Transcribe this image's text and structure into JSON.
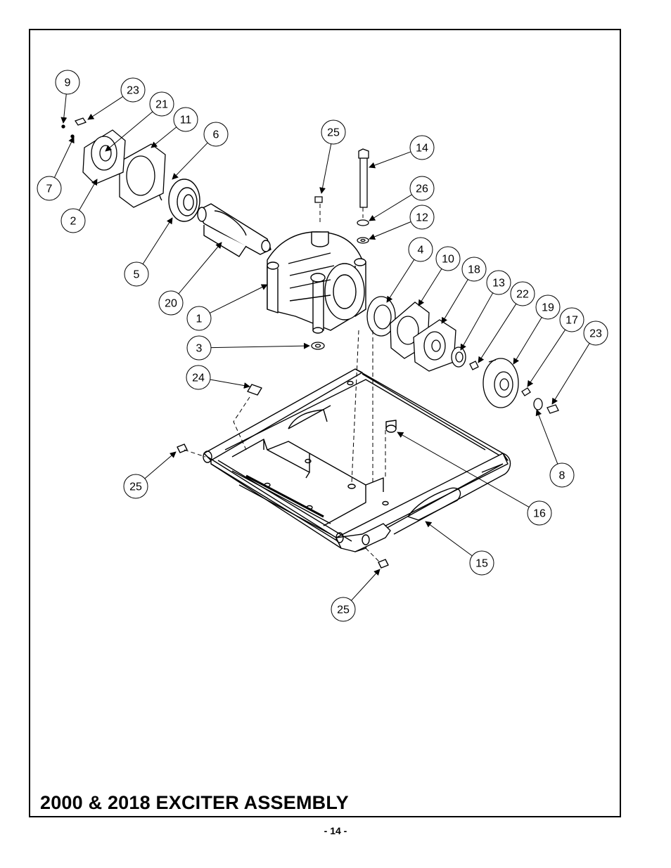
{
  "title": "2000 & 2018 EXCITER ASSEMBLY",
  "page_number": "- 14 -",
  "callouts": [
    {
      "label": "9"
    },
    {
      "label": "23"
    },
    {
      "label": "21"
    },
    {
      "label": "11"
    },
    {
      "label": "6"
    },
    {
      "label": "7"
    },
    {
      "label": "2"
    },
    {
      "label": "5"
    },
    {
      "label": "20"
    },
    {
      "label": "25"
    },
    {
      "label": "14"
    },
    {
      "label": "26"
    },
    {
      "label": "12"
    },
    {
      "label": "4"
    },
    {
      "label": "10"
    },
    {
      "label": "18"
    },
    {
      "label": "13"
    },
    {
      "label": "22"
    },
    {
      "label": "19"
    },
    {
      "label": "17"
    },
    {
      "label": "23"
    },
    {
      "label": "1"
    },
    {
      "label": "3"
    },
    {
      "label": "24"
    },
    {
      "label": "8"
    },
    {
      "label": "25"
    },
    {
      "label": "16"
    },
    {
      "label": "15"
    },
    {
      "label": "25"
    }
  ]
}
